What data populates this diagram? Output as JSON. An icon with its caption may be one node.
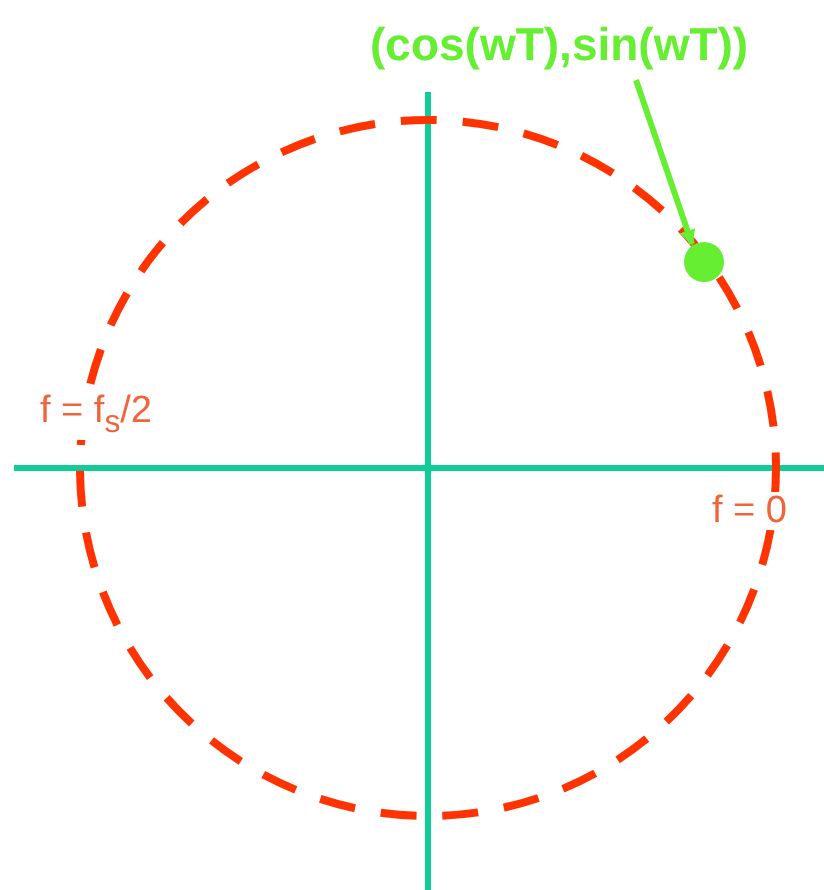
{
  "diagram": {
    "nodes": [
      {
        "text": [
          "(cos(wT),sin(wT))"
        ]
      },
      {
        "text": [],
        "shape": "circle"
      }
    ],
    "edges": [
      {
        "from": 0,
        "to": 1,
        "arrow": "to"
      }
    ],
    "labels": [
      "f = f$_{s}$/2",
      "f = 0"
    ]
  }
}
